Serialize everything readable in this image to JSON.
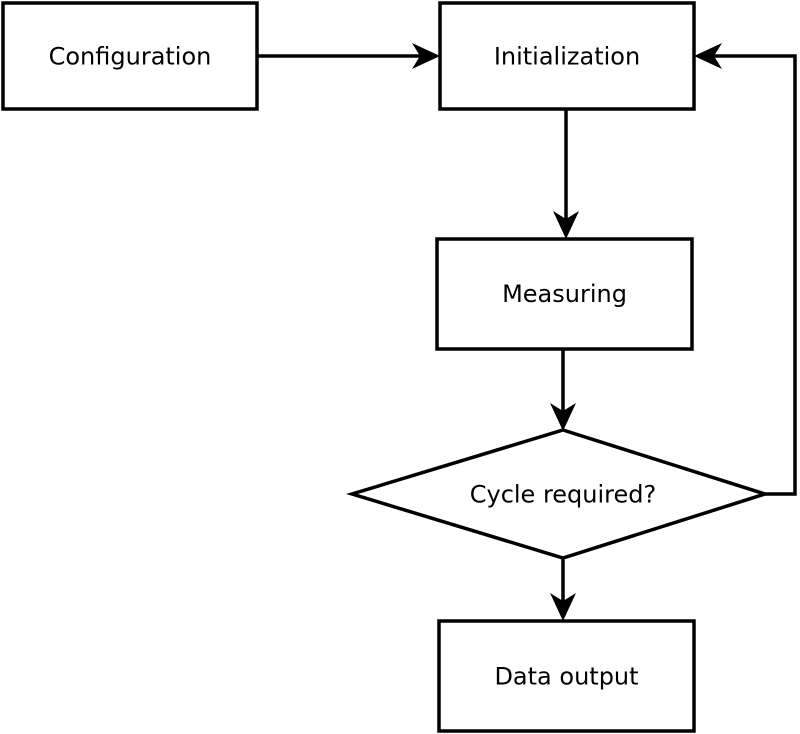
{
  "diagram": {
    "type": "flowchart",
    "background_color": "#ffffff",
    "stroke_color": "#000000",
    "text_color": "#000000",
    "nodes": [
      {
        "id": "configuration",
        "shape": "rectangle",
        "label": "Configuration"
      },
      {
        "id": "initialization",
        "shape": "rectangle",
        "label": "Initialization"
      },
      {
        "id": "measuring",
        "shape": "rectangle",
        "label": "Measuring"
      },
      {
        "id": "cycle-required",
        "shape": "diamond",
        "label": "Cycle required?"
      },
      {
        "id": "data-output",
        "shape": "rectangle",
        "label": "Data output"
      }
    ],
    "edges": [
      {
        "from": "configuration",
        "to": "initialization",
        "kind": "forward"
      },
      {
        "from": "initialization",
        "to": "measuring",
        "kind": "forward"
      },
      {
        "from": "measuring",
        "to": "cycle-required",
        "kind": "forward"
      },
      {
        "from": "cycle-required",
        "to": "data-output",
        "kind": "forward"
      },
      {
        "from": "cycle-required",
        "to": "initialization",
        "kind": "feedback-loop"
      }
    ]
  }
}
